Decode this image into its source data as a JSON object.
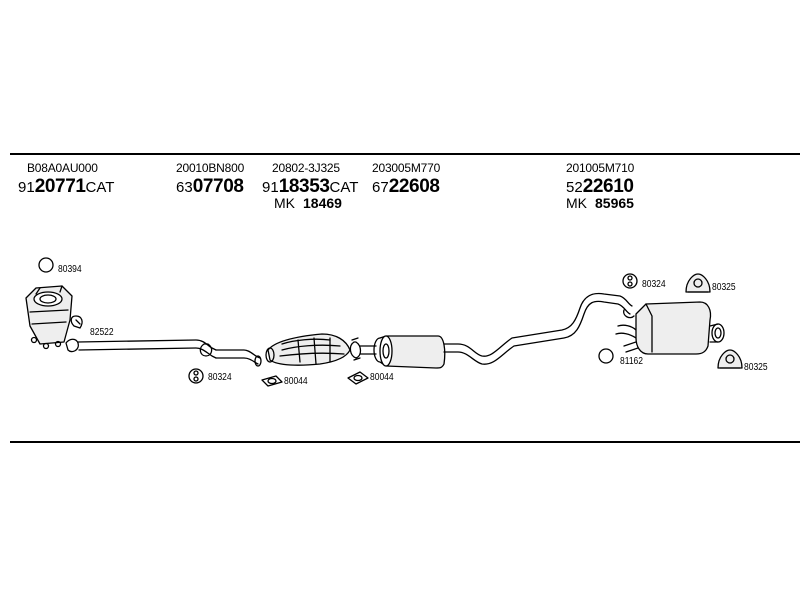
{
  "columns": [
    {
      "oe": "B08A0AU000",
      "prefix": "91",
      "main": "20771",
      "suffix": "CAT",
      "mk": "",
      "mk_num": ""
    },
    {
      "oe": "20010BN800",
      "prefix": "63",
      "main": "07708",
      "suffix": "",
      "mk": "",
      "mk_num": ""
    },
    {
      "oe": "20802-3J325",
      "prefix": "91",
      "main": "18353",
      "suffix": "CAT",
      "mk": "MK",
      "mk_num": "18469"
    },
    {
      "oe": "203005M770",
      "prefix": "67",
      "main": "22608",
      "suffix": "",
      "mk": "",
      "mk_num": ""
    },
    {
      "oe": "201005M710",
      "prefix": "52",
      "main": "22610",
      "suffix": "",
      "mk": "MK",
      "mk_num": "85965"
    }
  ],
  "part_labels": {
    "p80394": "80394",
    "p82522": "82522",
    "p80324_left": "80324",
    "p80044_a": "80044",
    "p80044_b": "80044",
    "p80324_right": "80324",
    "p80325_top": "80325",
    "p81162": "81162",
    "p80325_bottom": "80325"
  },
  "colors": {
    "line": "#000000",
    "background": "#ffffff",
    "part_fill": "#eeeeee"
  }
}
